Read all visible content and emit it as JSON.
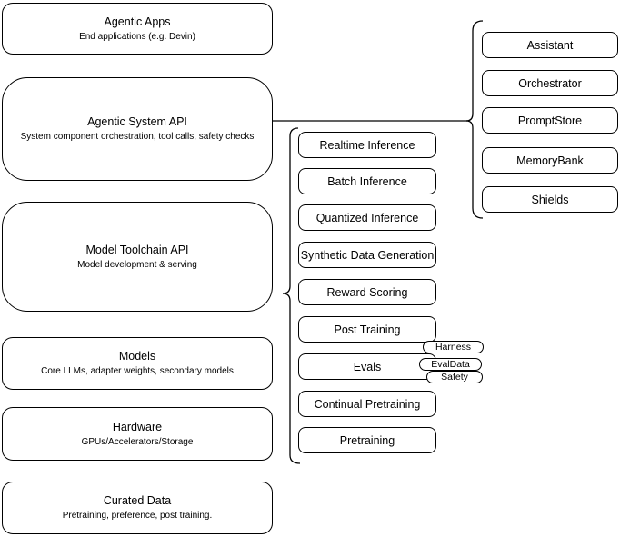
{
  "layers": [
    {
      "id": "agentic-apps",
      "title": "Agentic Apps",
      "subtitle": "End applications (e.g. Devin)"
    },
    {
      "id": "agentic-system-api",
      "title": "Agentic System API",
      "subtitle": "System component orchestration, tool calls, safety checks"
    },
    {
      "id": "model-toolchain-api",
      "title": "Model Toolchain API",
      "subtitle": "Model development & serving"
    },
    {
      "id": "models",
      "title": "Models",
      "subtitle": "Core LLMs, adapter weights, secondary models"
    },
    {
      "id": "hardware",
      "title": "Hardware",
      "subtitle": "GPUs/Accelerators/Storage"
    },
    {
      "id": "curated-data",
      "title": "Curated Data",
      "subtitle": "Pretraining, preference, post training."
    }
  ],
  "toolchain_items": [
    "Realtime Inference",
    "Batch Inference",
    "Quantized Inference",
    "Synthetic Data Generation",
    "Reward Scoring",
    "Post Training",
    "Evals",
    "Continual Pretraining",
    "Pretraining"
  ],
  "eval_tags": [
    "Harness",
    "EvalData",
    "Safety"
  ],
  "system_components": [
    "Assistant",
    "Orchestrator",
    "PromptStore",
    "MemoryBank",
    "Shields"
  ],
  "colors": {
    "stroke": "#000000",
    "background": "#ffffff"
  }
}
